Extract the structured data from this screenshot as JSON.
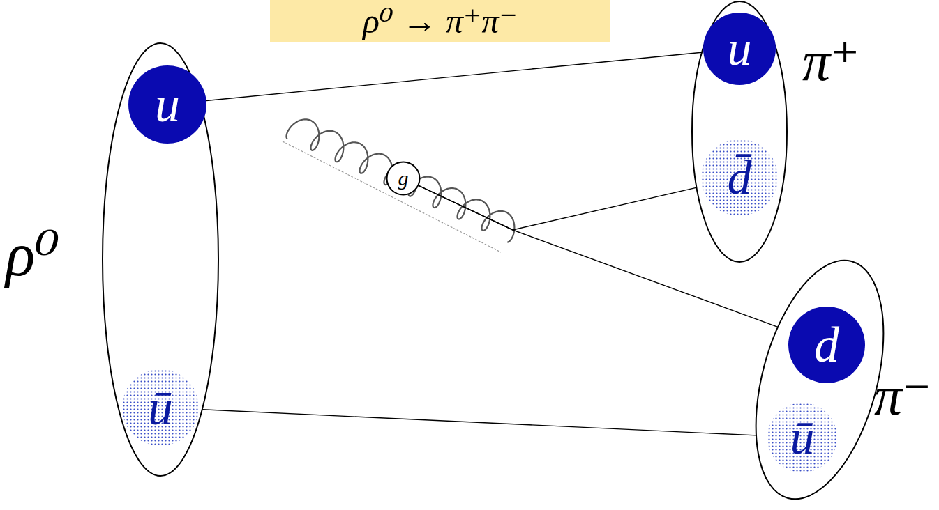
{
  "diagram": {
    "title": "ρ⁰ → π⁺π⁻",
    "nodes": [
      {
        "text": [
          "ρ⁰"
        ]
      },
      {
        "text": [
          "u"
        ],
        "in": 0
      },
      {
        "text": [
          "ū"
        ],
        "in": 0
      },
      {
        "text": [
          "π⁺"
        ]
      },
      {
        "text": [
          "u"
        ],
        "in": 3
      },
      {
        "text": [
          "d̄"
        ],
        "in": 3
      },
      {
        "text": [
          "π⁻"
        ]
      },
      {
        "text": [
          "d"
        ],
        "in": 6
      },
      {
        "text": [
          "ū"
        ],
        "in": 6
      },
      {
        "text": [
          "g"
        ]
      }
    ],
    "edges": [
      {
        "from": 1,
        "to": 4,
        "arrow": "none"
      },
      {
        "from": 2,
        "to": 8,
        "arrow": "none"
      },
      {
        "from": 9,
        "to": 5,
        "arrow": "none"
      },
      {
        "from": 9,
        "to": 7,
        "arrow": "none"
      }
    ]
  }
}
